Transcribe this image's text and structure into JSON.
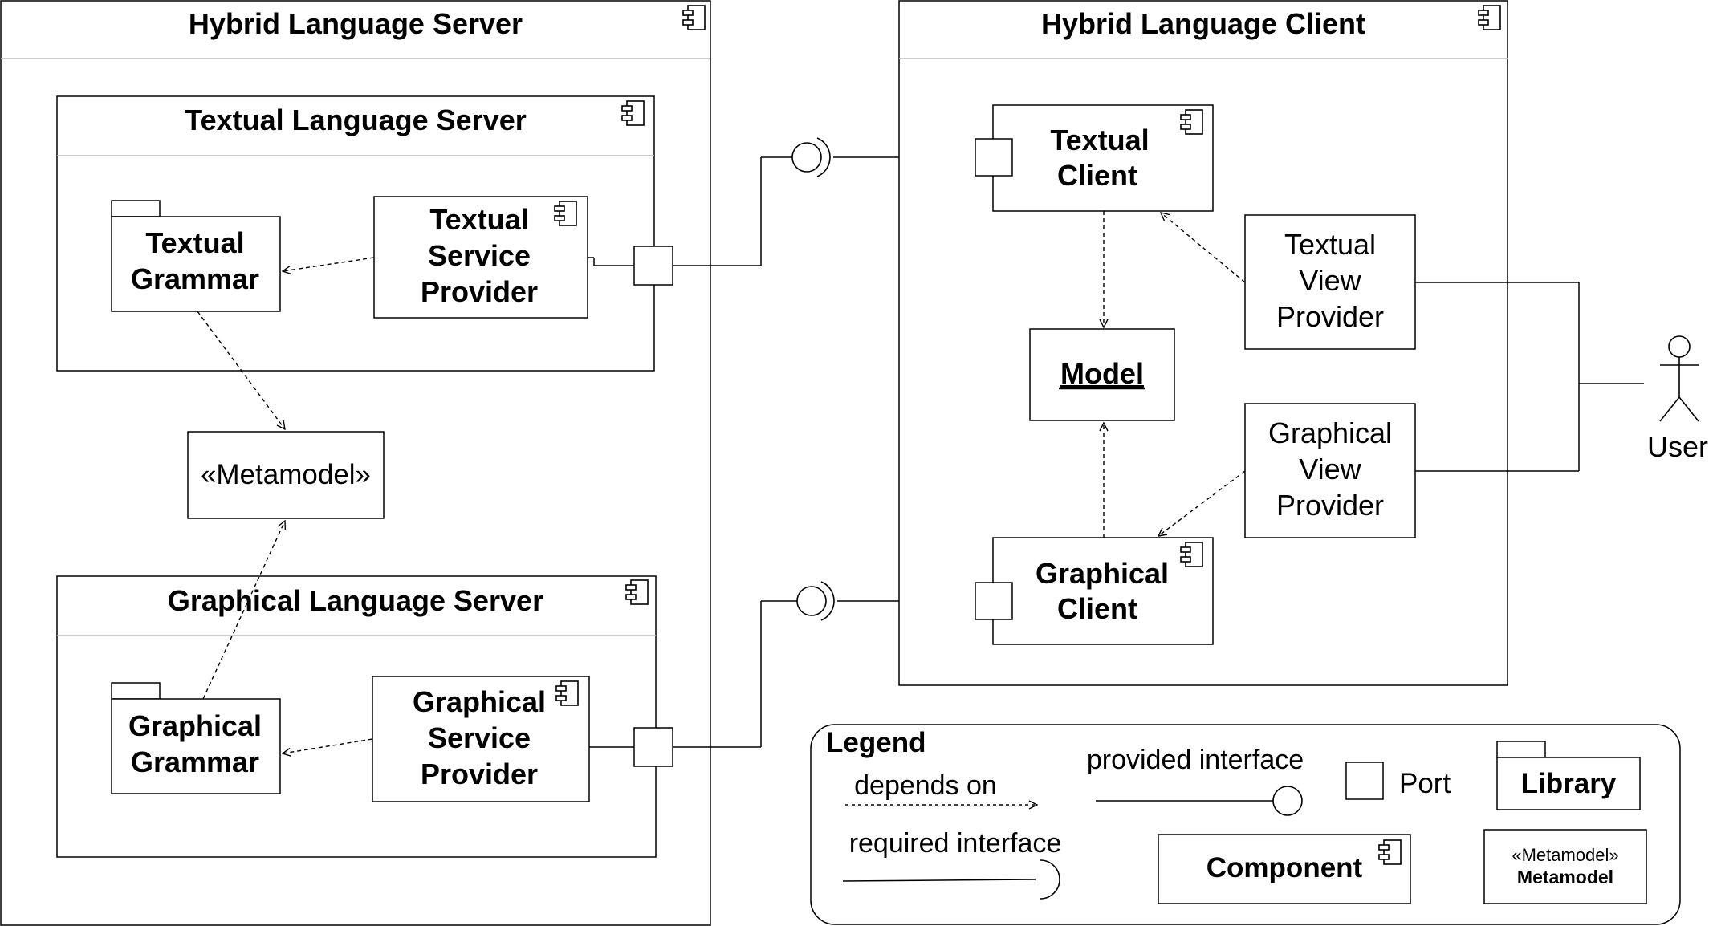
{
  "server": {
    "title": "Hybrid Language Server",
    "textual_server": {
      "title": "Textual Language Server",
      "grammar": [
        "Textual",
        "Grammar"
      ],
      "provider": [
        "Textual",
        "Service",
        "Provider"
      ]
    },
    "metamodel": "«Metamodel»",
    "graphical_server": {
      "title": "Graphical Language Server",
      "grammar": [
        "Graphical",
        "Grammar"
      ],
      "provider": [
        "Graphical",
        "Service",
        "Provider"
      ]
    }
  },
  "client": {
    "title": "Hybrid Language Client",
    "textual_client": [
      "Textual",
      "Client"
    ],
    "graphical_client": [
      "Graphical",
      "Client"
    ],
    "model": "Model",
    "textual_view": [
      "Textual",
      "View",
      "Provider"
    ],
    "graphical_view": [
      "Graphical",
      "View",
      "Provider"
    ]
  },
  "actor": {
    "label": "User"
  },
  "legend": {
    "title": "Legend",
    "depends_on": "depends on",
    "provided_interface": "provided interface",
    "required_interface": "required interface",
    "port": "Port",
    "library": "Library",
    "component": "Component",
    "metamodel_stereotype": "«Metamodel»",
    "metamodel_name": "Metamodel"
  },
  "icons": {
    "component": "component-icon",
    "library_tab": "library-tab",
    "port": "port-square",
    "lollipop": "provided-interface-icon",
    "socket": "required-interface-icon",
    "actor": "stick-figure-icon"
  }
}
